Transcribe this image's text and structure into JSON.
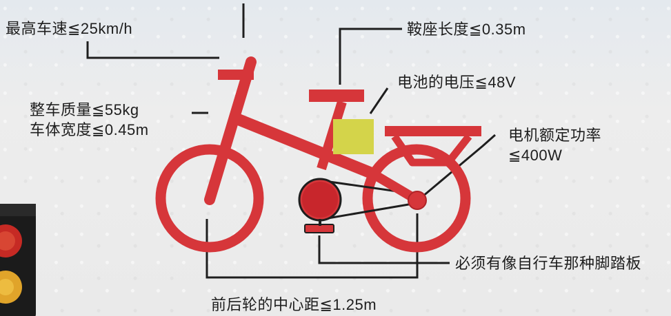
{
  "labels": {
    "max_speed": "最高车速≦25km/h",
    "saddle_length": "鞍座长度≦0.35m",
    "battery_voltage": "电池的电压≦48V",
    "weight": "整车质量≦55kg",
    "body_width": "车体宽度≦0.45m",
    "motor_power_line1": "电机额定功率",
    "motor_power_line2": "≦400W",
    "pedals": "必须有像自行车那种脚踏板",
    "wheelbase": "前后轮的中心距≦1.25m"
  },
  "colors": {
    "bike_red": "#d6363a",
    "battery_yellow": "#d4d44a",
    "line_dark": "#1e1e1e",
    "background": "#ecedec"
  },
  "icons": {
    "bicycle": "electric-bicycle-illustration",
    "traffic_light": "traffic-light-illustration"
  }
}
